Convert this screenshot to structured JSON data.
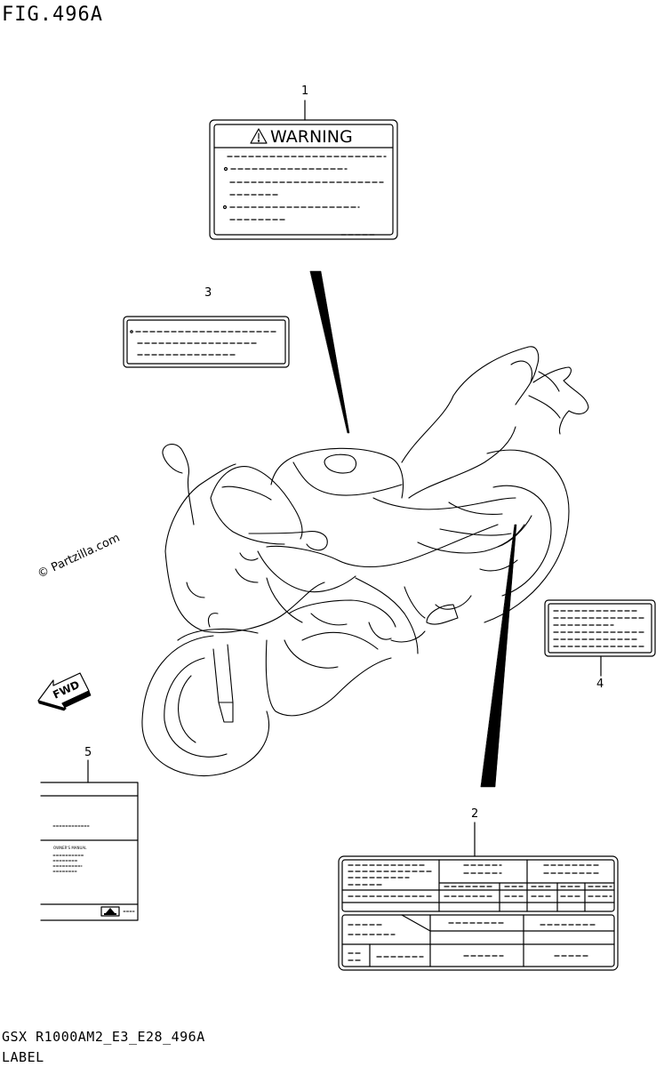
{
  "header": {
    "figure_title": "FIG.496A"
  },
  "footer": {
    "code": "GSX R1000AM2_E3_E28_496A",
    "label": "LABEL"
  },
  "watermark": "© Partzilla.com",
  "callouts": {
    "c1": "1",
    "c2": "2",
    "c3": "3",
    "c4": "4",
    "c5": "5"
  },
  "warning_label": {
    "title": "WARNING"
  },
  "manual": {
    "title": "OWNER'S MANUAL"
  },
  "fwd_arrow": {
    "text": "FWD"
  }
}
